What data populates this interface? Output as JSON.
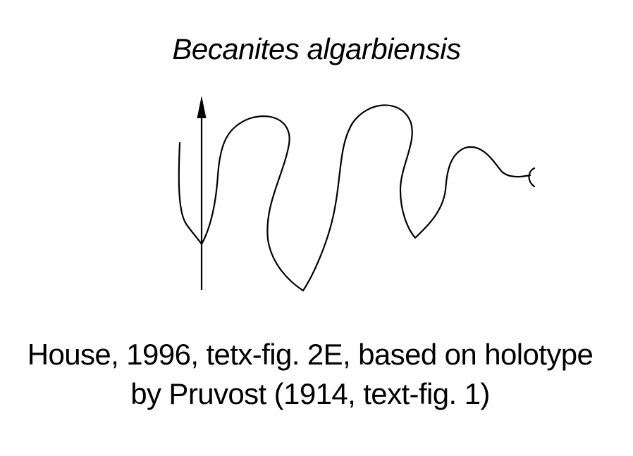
{
  "figure": {
    "title": "Becanites algarbiensis",
    "caption_line1": "House, 1996, tetx-fig. 2E, based on holotype",
    "caption_line2": "by Pruvost (1914, text-fig. 1)",
    "stroke_color": "#000000",
    "background_color": "#ffffff"
  }
}
